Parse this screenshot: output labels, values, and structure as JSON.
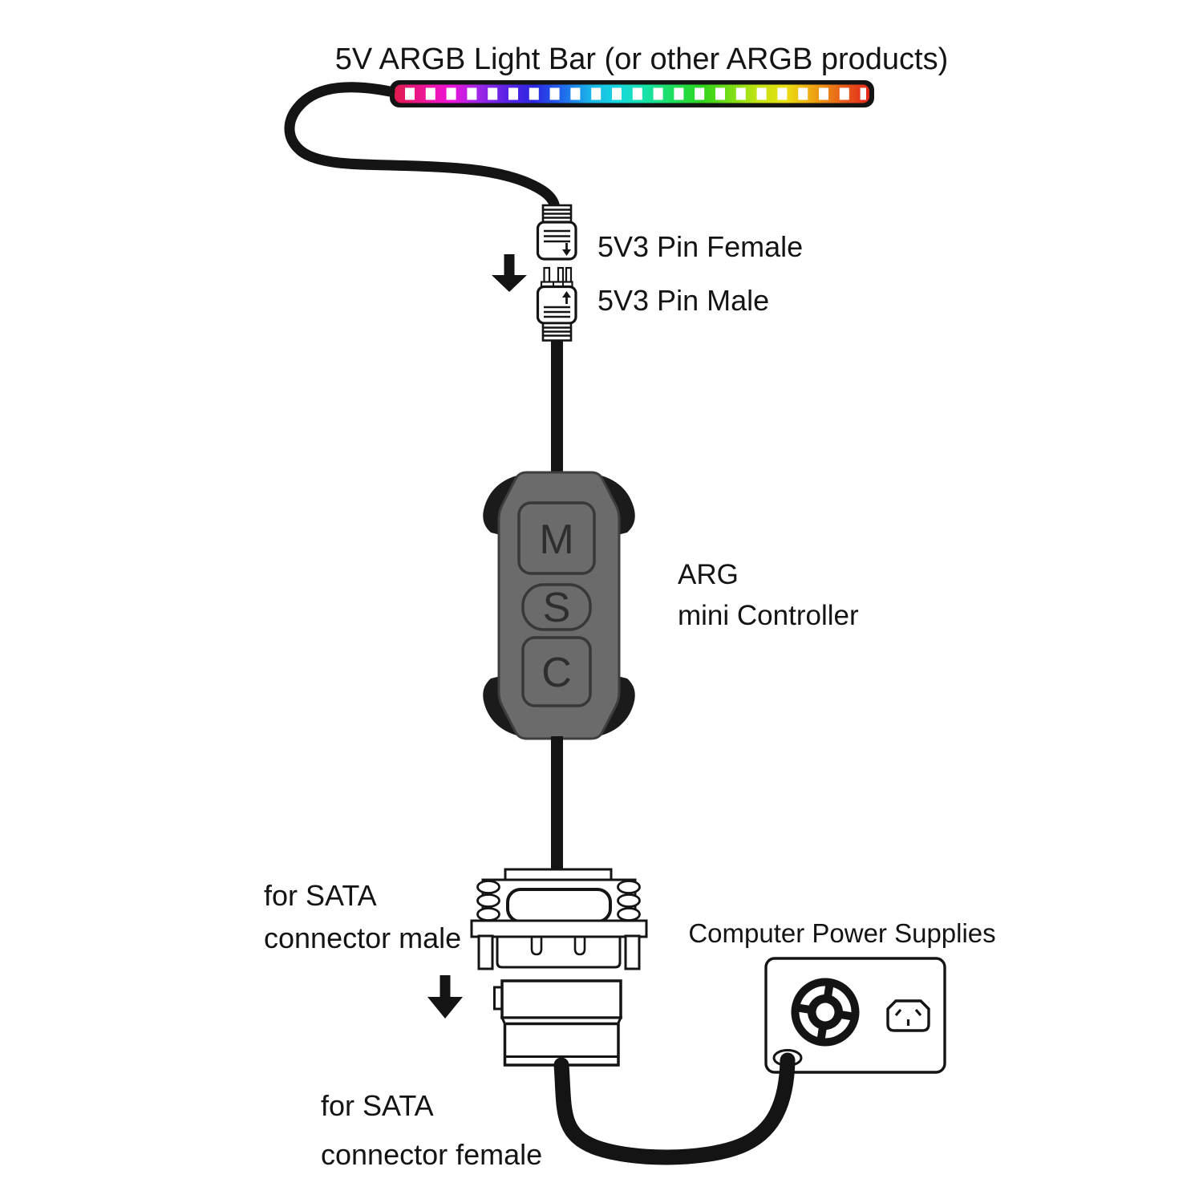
{
  "title": "5V ARGB Light Bar (or other ARGB products)",
  "labels": {
    "pin_female": "5V3 Pin Female",
    "pin_male": "5V3 Pin Male",
    "controller_line1": "ARG",
    "controller_line2": "mini Controller",
    "sata_male_line1": "for SATA",
    "sata_male_line2": "connector male",
    "sata_female_line1": "for SATA",
    "sata_female_line2": "connector female",
    "power_supply": "Computer Power Supplies"
  },
  "controller": {
    "buttons": [
      {
        "label": "M"
      },
      {
        "label": "S"
      },
      {
        "label": "C"
      }
    ]
  },
  "colors": {
    "theme": {
      "ink": "#141414",
      "paper": "#ffffff",
      "ctrl-body": "#6b6b6b",
      "ctrl-edge": "#3e3e3e",
      "ctrl-wing": "#1b1b1b",
      "btn-edge": "#383838",
      "btn-ink": "#2e2e2e",
      "led-dot": "#ffffff"
    },
    "strip_gradient": [
      "#df1a4e",
      "#ec1694",
      "#ee14d8",
      "#a026e8",
      "#5b23e6",
      "#2a26e0",
      "#2168ec",
      "#1ab4ea",
      "#16d8de",
      "#18e2a8",
      "#1ede5a",
      "#2ed41d",
      "#77dd17",
      "#c3e414",
      "#ecdf12",
      "#eda511",
      "#e9611a",
      "#e2261a"
    ]
  }
}
